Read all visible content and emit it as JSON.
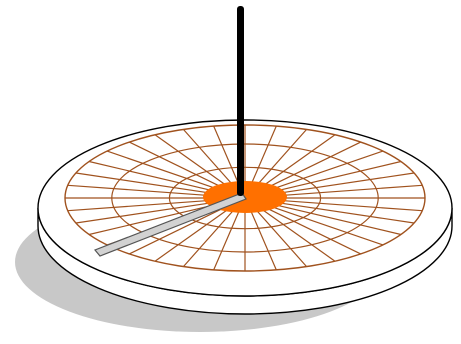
{
  "colors": {
    "background": "#ffffff",
    "shadow": "#c8c8c8",
    "base_outline": "#000000",
    "base_fill": "#ffffff",
    "rim_fill": "#ffffff",
    "grid_line": "#a0521e",
    "hub_fill": "#ff7000",
    "gnomon": "#000000",
    "pointer_fill": "#d2d2d2",
    "pointer_outline": "#555555"
  },
  "dial": {
    "spoke_count": 36,
    "ring_count": 3
  },
  "icons": {
    "gnomon": "vertical-rod",
    "pointer": "shadow-hand"
  }
}
